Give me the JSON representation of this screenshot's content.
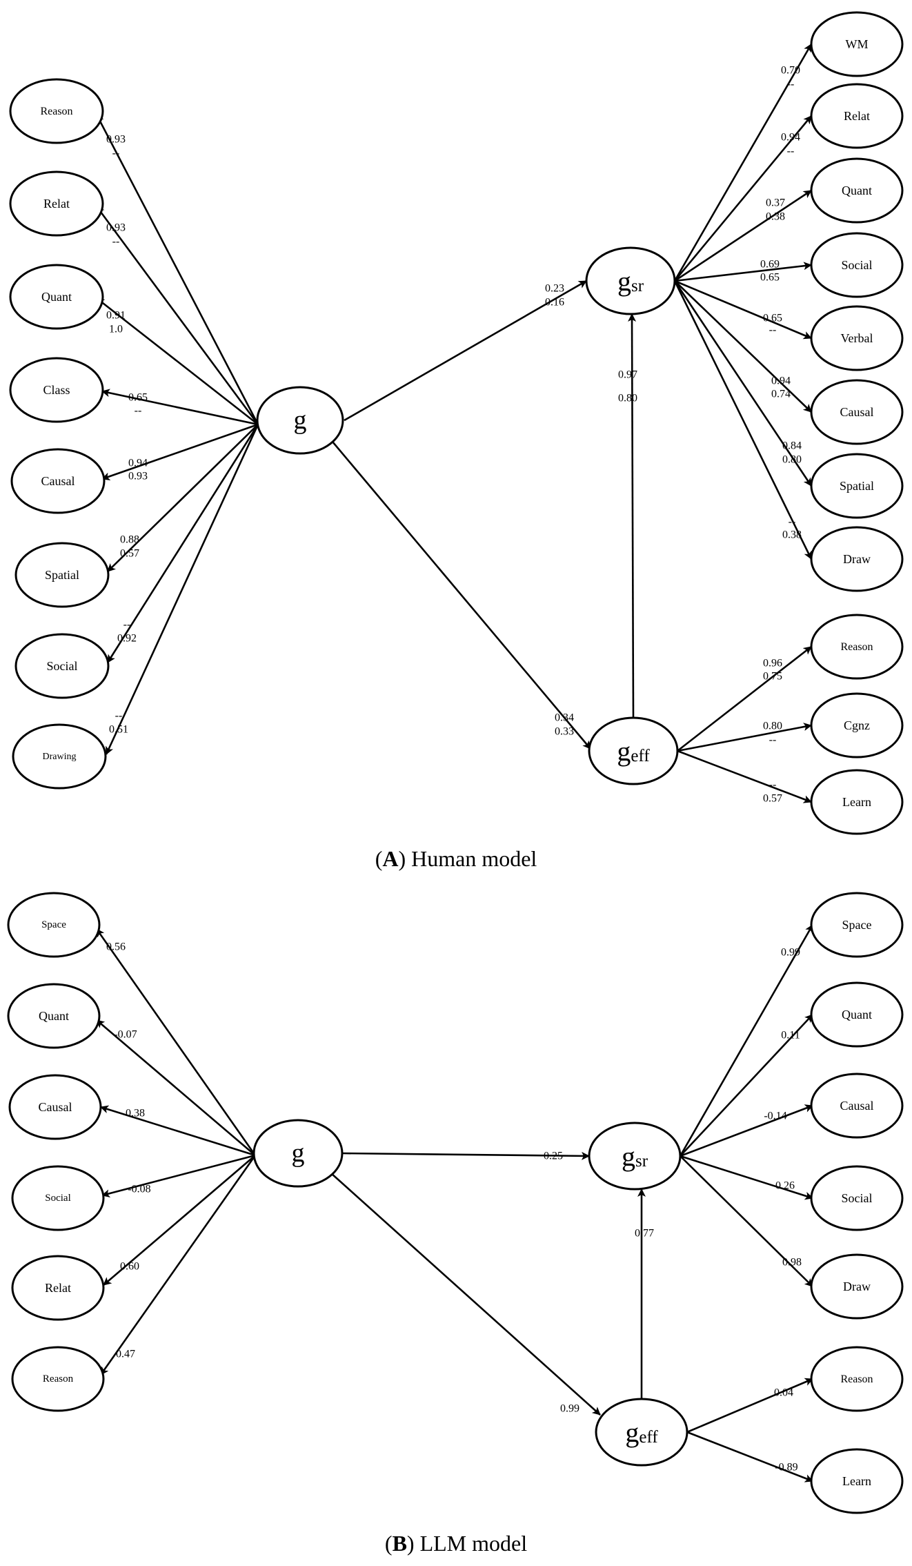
{
  "panels": [
    {
      "id": "A",
      "caption_letter": "A",
      "caption_text": "Human model",
      "nodes": [
        {
          "id": "g",
          "label": "g"
        },
        {
          "id": "gsr",
          "label": "g",
          "sub": "sr"
        },
        {
          "id": "geff",
          "label": "g",
          "sub": "eff"
        },
        {
          "id": "L_reason",
          "label": "Reason"
        },
        {
          "id": "L_relat",
          "label": "Relat"
        },
        {
          "id": "L_quant",
          "label": "Quant"
        },
        {
          "id": "L_class",
          "label": "Class"
        },
        {
          "id": "L_causal",
          "label": "Causal"
        },
        {
          "id": "L_spatial",
          "label": "Spatial"
        },
        {
          "id": "L_social",
          "label": "Social"
        },
        {
          "id": "L_drawing",
          "label": "Drawing"
        },
        {
          "id": "R_wm",
          "label": "WM"
        },
        {
          "id": "R_relat",
          "label": "Relat"
        },
        {
          "id": "R_quant",
          "label": "Quant"
        },
        {
          "id": "R_social",
          "label": "Social"
        },
        {
          "id": "R_verbal",
          "label": "Verbal"
        },
        {
          "id": "R_causal",
          "label": "Causal"
        },
        {
          "id": "R_spatial",
          "label": "Spatial"
        },
        {
          "id": "R_draw",
          "label": "Draw"
        },
        {
          "id": "E_reason",
          "label": "Reason"
        },
        {
          "id": "E_cgnz",
          "label": "Cgnz"
        },
        {
          "id": "E_learn",
          "label": "Learn"
        }
      ],
      "edges": [
        {
          "from": "g",
          "to": "L_reason",
          "labels": [
            "0.93",
            "--"
          ]
        },
        {
          "from": "g",
          "to": "L_relat",
          "labels": [
            "0.93",
            "--"
          ]
        },
        {
          "from": "g",
          "to": "L_quant",
          "labels": [
            "0.91",
            "1.0"
          ]
        },
        {
          "from": "g",
          "to": "L_class",
          "labels": [
            "0.65",
            "--"
          ]
        },
        {
          "from": "g",
          "to": "L_causal",
          "labels": [
            "0.94",
            "0.93"
          ]
        },
        {
          "from": "g",
          "to": "L_spatial",
          "labels": [
            "0.88",
            "0.57"
          ]
        },
        {
          "from": "g",
          "to": "L_social",
          "labels": [
            "--",
            "0.92"
          ]
        },
        {
          "from": "g",
          "to": "L_drawing",
          "labels": [
            "--",
            "0.51"
          ]
        },
        {
          "from": "g",
          "to": "gsr",
          "labels": [
            "0.23",
            "0.16"
          ]
        },
        {
          "from": "g",
          "to": "geff",
          "labels": [
            "0.34",
            "0.33"
          ]
        },
        {
          "from": "geff",
          "to": "gsr",
          "labels": [
            "0.97",
            "0.80"
          ]
        },
        {
          "from": "gsr",
          "to": "R_wm",
          "labels": [
            "0.70",
            "--"
          ]
        },
        {
          "from": "gsr",
          "to": "R_relat",
          "labels": [
            "0.94",
            "--"
          ]
        },
        {
          "from": "gsr",
          "to": "R_quant",
          "labels": [
            "0.37",
            "0.38"
          ]
        },
        {
          "from": "gsr",
          "to": "R_social",
          "labels": [
            "0.69",
            "0.65"
          ]
        },
        {
          "from": "gsr",
          "to": "R_verbal",
          "labels": [
            "0.65",
            "--"
          ]
        },
        {
          "from": "gsr",
          "to": "R_causal",
          "labels": [
            "0.94",
            "0.74"
          ]
        },
        {
          "from": "gsr",
          "to": "R_spatial",
          "labels": [
            "0.84",
            "0.80"
          ]
        },
        {
          "from": "gsr",
          "to": "R_draw",
          "labels": [
            "--",
            "0.38"
          ]
        },
        {
          "from": "geff",
          "to": "E_reason",
          "labels": [
            "0.96",
            "0.75"
          ]
        },
        {
          "from": "geff",
          "to": "E_cgnz",
          "labels": [
            "0.80",
            "--"
          ]
        },
        {
          "from": "geff",
          "to": "E_learn",
          "labels": [
            "--",
            "0.57"
          ]
        }
      ]
    },
    {
      "id": "B",
      "caption_letter": "B",
      "caption_text": "LLM model",
      "nodes": [
        {
          "id": "g",
          "label": "g"
        },
        {
          "id": "gsr",
          "label": "g",
          "sub": "sr"
        },
        {
          "id": "geff",
          "label": "g",
          "sub": "eff"
        },
        {
          "id": "L_space",
          "label": "Space"
        },
        {
          "id": "L_quant",
          "label": "Quant"
        },
        {
          "id": "L_causal",
          "label": "Causal"
        },
        {
          "id": "L_social",
          "label": "Social"
        },
        {
          "id": "L_relat",
          "label": "Relat"
        },
        {
          "id": "L_reason",
          "label": "Reason"
        },
        {
          "id": "R_space",
          "label": "Space"
        },
        {
          "id": "R_quant",
          "label": "Quant"
        },
        {
          "id": "R_causal",
          "label": "Causal"
        },
        {
          "id": "R_social",
          "label": "Social"
        },
        {
          "id": "R_draw",
          "label": "Draw"
        },
        {
          "id": "E_reason",
          "label": "Reason"
        },
        {
          "id": "E_learn",
          "label": "Learn"
        }
      ],
      "edges": [
        {
          "from": "g",
          "to": "L_space",
          "labels": [
            "0.56"
          ]
        },
        {
          "from": "g",
          "to": "L_quant",
          "labels": [
            "-0.07"
          ]
        },
        {
          "from": "g",
          "to": "L_causal",
          "labels": [
            "0.38"
          ]
        },
        {
          "from": "g",
          "to": "L_social",
          "labels": [
            "-0.08"
          ]
        },
        {
          "from": "g",
          "to": "L_relat",
          "labels": [
            "0.60"
          ]
        },
        {
          "from": "g",
          "to": "L_reason",
          "labels": [
            "0.47"
          ]
        },
        {
          "from": "g",
          "to": "gsr",
          "labels": [
            "0.25"
          ]
        },
        {
          "from": "g",
          "to": "geff",
          "labels": [
            "0.99"
          ]
        },
        {
          "from": "geff",
          "to": "gsr",
          "labels": [
            "0.77"
          ]
        },
        {
          "from": "gsr",
          "to": "R_space",
          "labels": [
            "0.99"
          ]
        },
        {
          "from": "gsr",
          "to": "R_quant",
          "labels": [
            "0.11"
          ]
        },
        {
          "from": "gsr",
          "to": "R_causal",
          "labels": [
            "-0.14"
          ]
        },
        {
          "from": "gsr",
          "to": "R_social",
          "labels": [
            "0.26"
          ]
        },
        {
          "from": "gsr",
          "to": "R_draw",
          "labels": [
            "0.98"
          ]
        },
        {
          "from": "geff",
          "to": "E_reason",
          "labels": [
            "0.04"
          ]
        },
        {
          "from": "geff",
          "to": "E_learn",
          "labels": [
            "-0.89"
          ]
        }
      ]
    }
  ]
}
